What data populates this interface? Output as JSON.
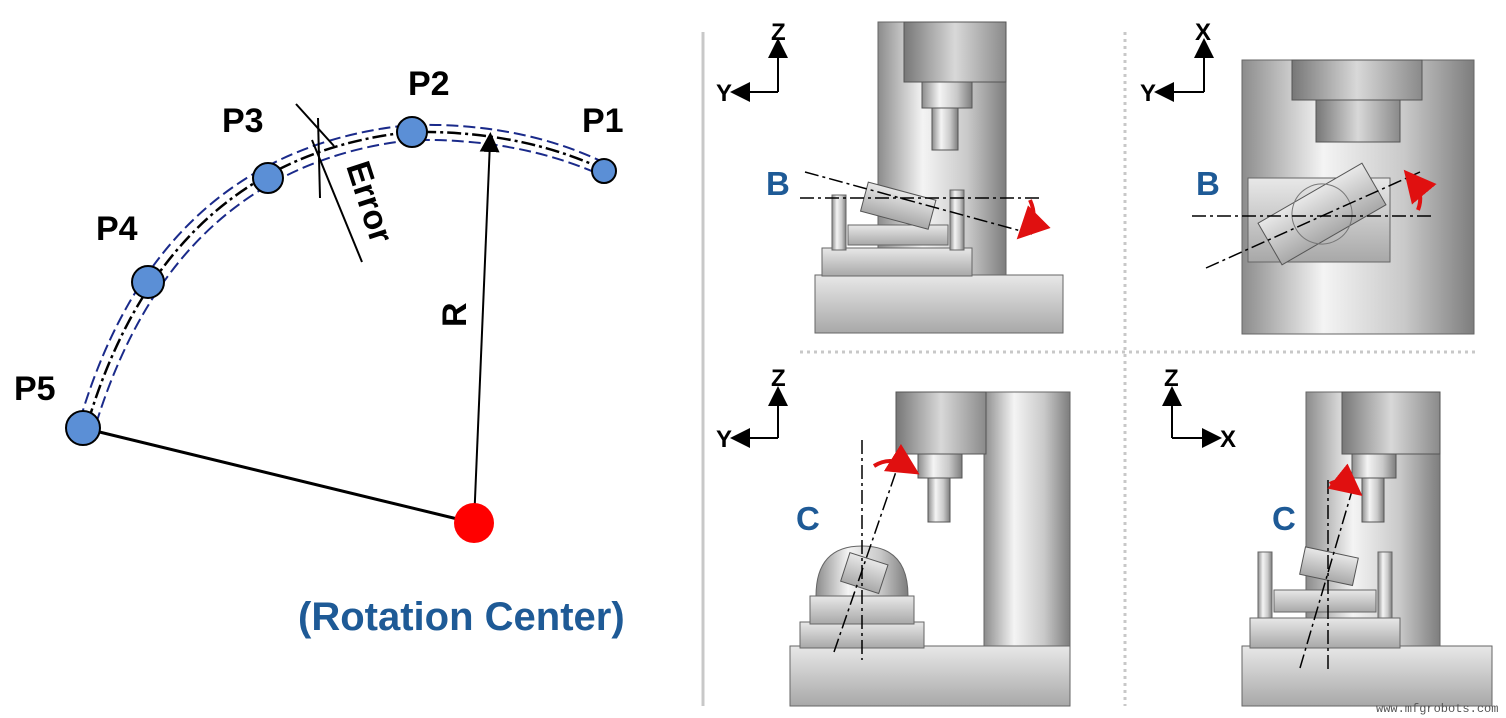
{
  "left_diagram": {
    "points": [
      "P1",
      "P2",
      "P3",
      "P4",
      "P5"
    ],
    "error_label": "Error",
    "radius_label": "R",
    "center_label": "(Rotation Center)"
  },
  "panels": {
    "top_left": {
      "axis_vertical": "Z",
      "axis_horizontal": "Y",
      "axis_label": "B"
    },
    "top_right": {
      "axis_vertical": "X",
      "axis_horizontal": "Y",
      "axis_label": "B"
    },
    "bottom_left": {
      "axis_vertical": "Z",
      "axis_horizontal": "Y",
      "axis_label": "C"
    },
    "bottom_right": {
      "axis_vertical": "Z",
      "axis_horizontal": "X",
      "axis_label": "C"
    }
  },
  "watermark": "www.mfgrobots.com",
  "colors": {
    "point_fill": "#5b8fd6",
    "center": "#ff0000",
    "accent_blue": "#1e5a96",
    "arrow_red": "#e01010"
  }
}
